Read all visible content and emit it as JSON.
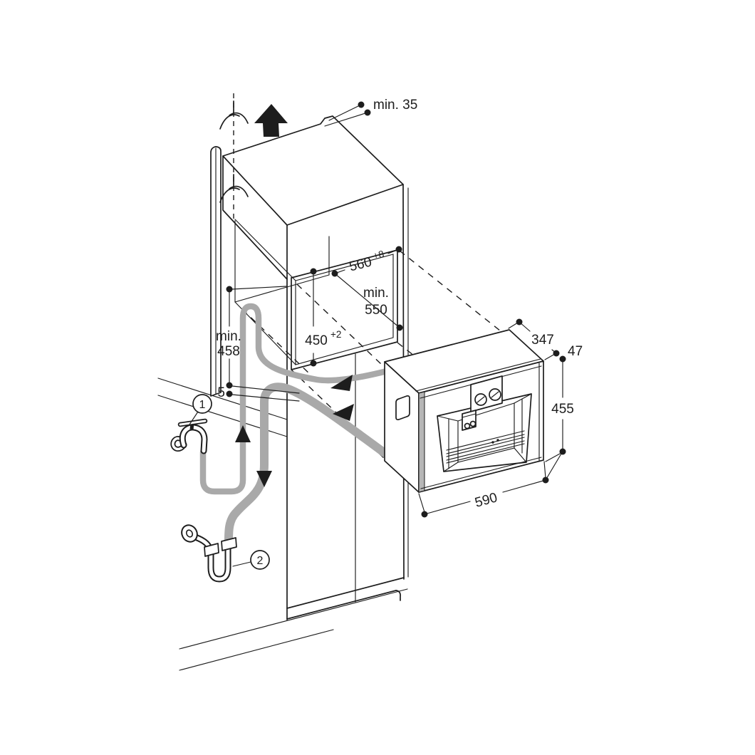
{
  "labels": {
    "top_clearance": "min. 35",
    "niche_width": "560",
    "niche_width_tol": "+8",
    "niche_depth_min": "min.",
    "niche_depth": "550",
    "niche_height": "450",
    "niche_height_tol": "+2",
    "riser_min": "min.",
    "riser_height": "458",
    "back_gap": "5",
    "appliance_depth": "347",
    "front_frame_depth": "47",
    "appliance_height": "455",
    "appliance_width": "590",
    "callout_water_tap": "1",
    "callout_drain_trap": "2"
  },
  "colors": {
    "line": "#1d1d1d",
    "hose": "#a9a9a9",
    "background": "#ffffff"
  },
  "icons": {
    "removal_arrow": "up-arrow-icon",
    "supply_flow_arrow": "up-arrow-icon",
    "drain_flow_arrow": "down-arrow-icon",
    "routing_arrows": "diagonal-arrow-icon",
    "water_tap": "faucet-icon",
    "drain_siphon": "p-trap-icon",
    "continuation_marks": "break-symbol-icon"
  }
}
